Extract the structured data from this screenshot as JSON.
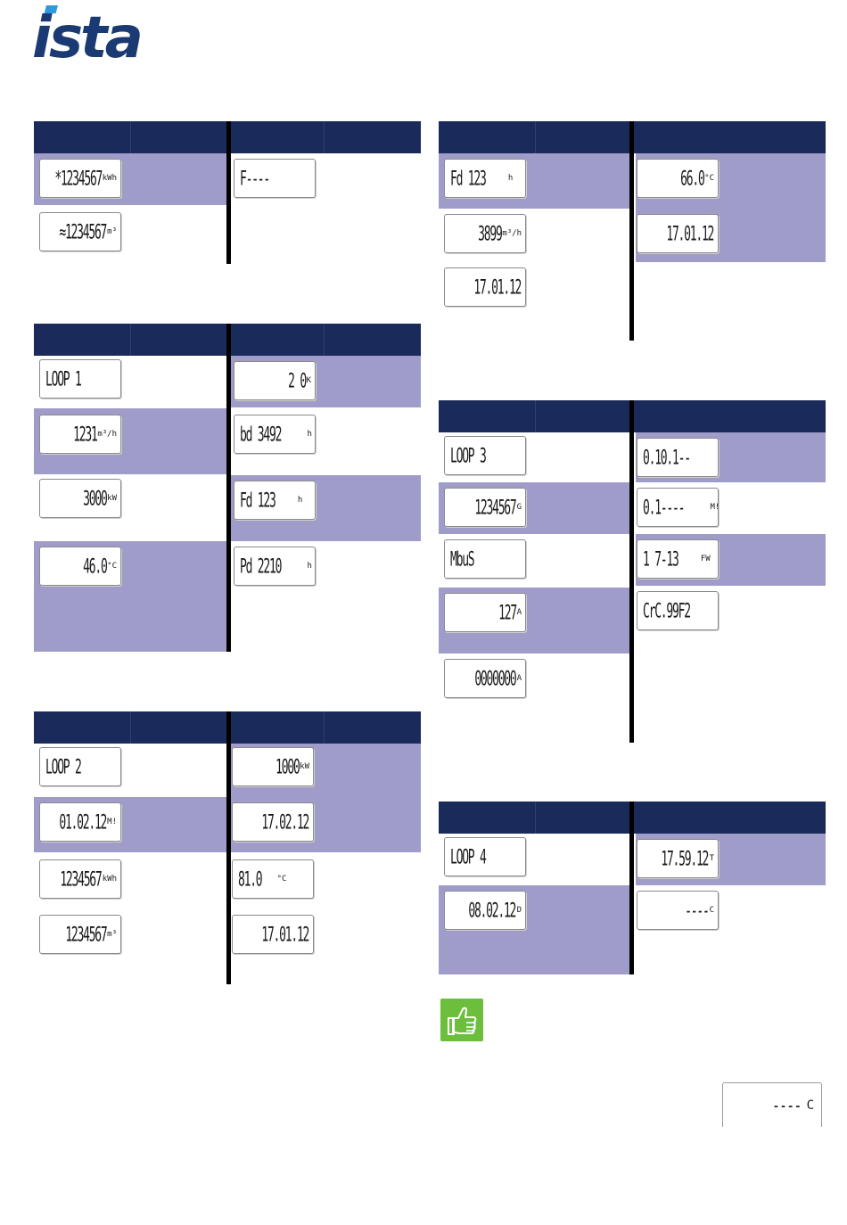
{
  "logo": {
    "text": "ista",
    "color": "#1b3a73",
    "accent": "#2f9adb"
  },
  "colors": {
    "header": "#1a2a5a",
    "highlight": "#a09cc9",
    "thumb": "#6cbf3c"
  },
  "displays": {
    "p1": [
      {
        "value": "*1234567",
        "unit": "kWh"
      },
      {
        "value": "≈1234567",
        "unit": "m³"
      },
      {
        "value": "F----",
        "unit": ""
      }
    ],
    "p2": [
      {
        "value": "LOOP  1",
        "unit": ""
      },
      {
        "value": "1231",
        "unit": "m³/h"
      },
      {
        "value": "3000",
        "unit": "kW"
      },
      {
        "value": "46.0",
        "unit": "°C"
      },
      {
        "value": "2 0",
        "unit": "K"
      },
      {
        "value": "bd 3492",
        "unit": "h"
      },
      {
        "value": "Fd  123",
        "unit": "h"
      },
      {
        "value": "Pd 2210",
        "unit": "h"
      }
    ],
    "p3": [
      {
        "value": "LOOP  2",
        "unit": ""
      },
      {
        "value": "01.02.12",
        "unit": "M!"
      },
      {
        "value": "1234567",
        "unit": "kWh"
      },
      {
        "value": "1234567",
        "unit": "m³"
      },
      {
        "value": "1000",
        "unit": "kW"
      },
      {
        "value": "17.02.12",
        "unit": ""
      },
      {
        "value": "81.0",
        "unit": "°C"
      },
      {
        "value": "17.01.12",
        "unit": ""
      }
    ],
    "p4": [
      {
        "value": "Fd  123",
        "unit": "h"
      },
      {
        "value": "3899",
        "unit": "m³/h"
      },
      {
        "value": "17.01.12",
        "unit": ""
      },
      {
        "value": "66.0",
        "unit": "°C"
      },
      {
        "value": "17.01.12",
        "unit": ""
      }
    ],
    "p5": [
      {
        "value": "LOOP  3",
        "unit": ""
      },
      {
        "value": "1234567",
        "unit": "G"
      },
      {
        "value": "MbuS",
        "unit": ""
      },
      {
        "value": "127",
        "unit": "A"
      },
      {
        "value": "0000000",
        "unit": "A"
      },
      {
        "value": "0.10.1--",
        "unit": ""
      },
      {
        "value": "0.1----",
        "unit": "M!"
      },
      {
        "value": "1 7-13",
        "unit": "FW"
      },
      {
        "value": "CrC.99F2",
        "unit": ""
      }
    ],
    "p6": [
      {
        "value": "LOOP  4",
        "unit": ""
      },
      {
        "value": "08.02.12",
        "unit": "D"
      },
      {
        "value": "17.59.12",
        "unit": "T"
      },
      {
        "value": "----",
        "unit": "C"
      }
    ],
    "tip": {
      "value": "----",
      "unit": "C"
    }
  }
}
